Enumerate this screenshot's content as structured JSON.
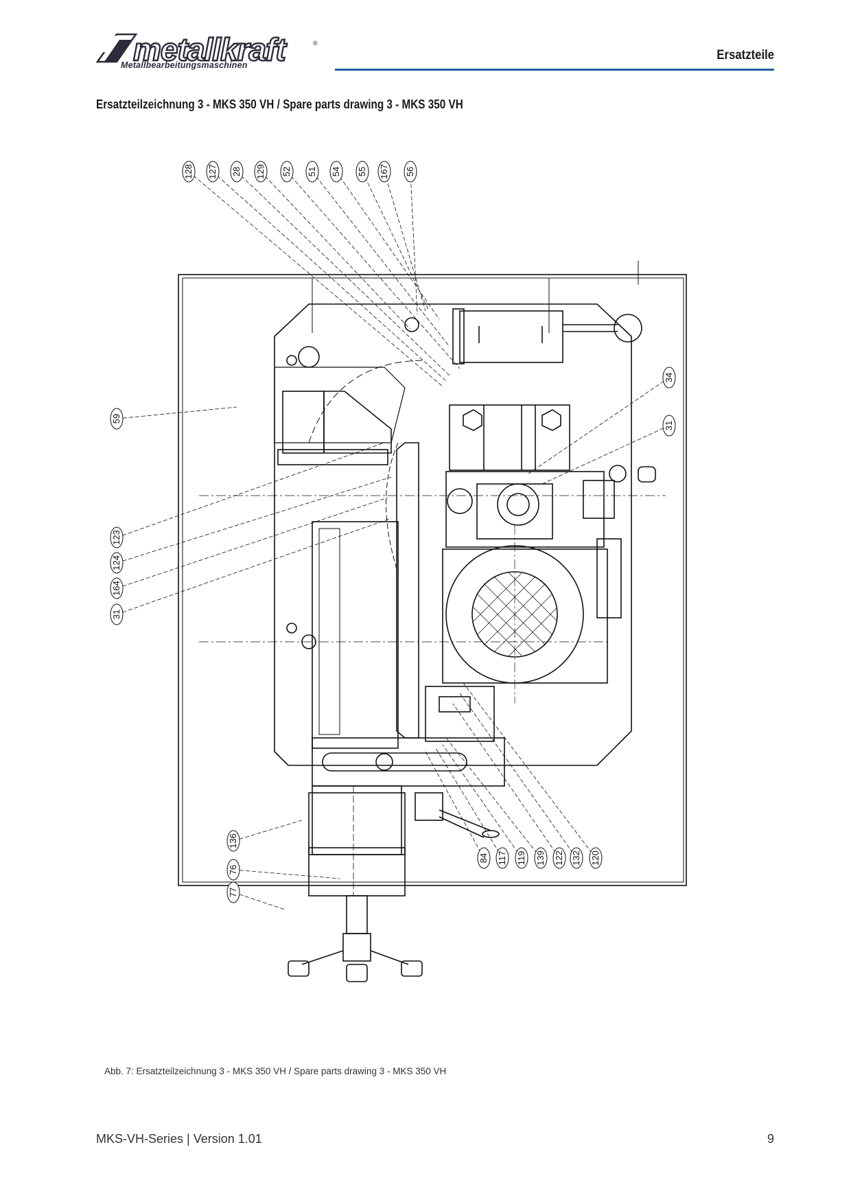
{
  "header": {
    "logo_word": "metallkraft",
    "logo_subtitle": "Metallbearbeitungsmaschinen",
    "section": "Ersatzteile"
  },
  "drawing_title": "Ersatzteilzeichnung 3 - MKS 350 VH / Spare parts drawing 3 - MKS 350 VH",
  "callouts": {
    "top": [
      "128",
      "127",
      "28",
      "129",
      "52",
      "51",
      "54",
      "55",
      "167",
      "56"
    ],
    "left": [
      "59",
      "123",
      "124",
      "164",
      "31"
    ],
    "right": [
      "34",
      "31"
    ],
    "bottom_right": [
      "84",
      "117",
      "119",
      "139",
      "122",
      "132",
      "120"
    ],
    "bottom_left": [
      "136",
      "76",
      "77"
    ]
  },
  "caption": "Abb. 7: Ersatzteilzeichnung 3 - MKS 350 VH / Spare parts drawing 3 - MKS 350 VH",
  "footer": {
    "doc": "MKS-VH-Series | Version 1.01",
    "page": "9"
  }
}
